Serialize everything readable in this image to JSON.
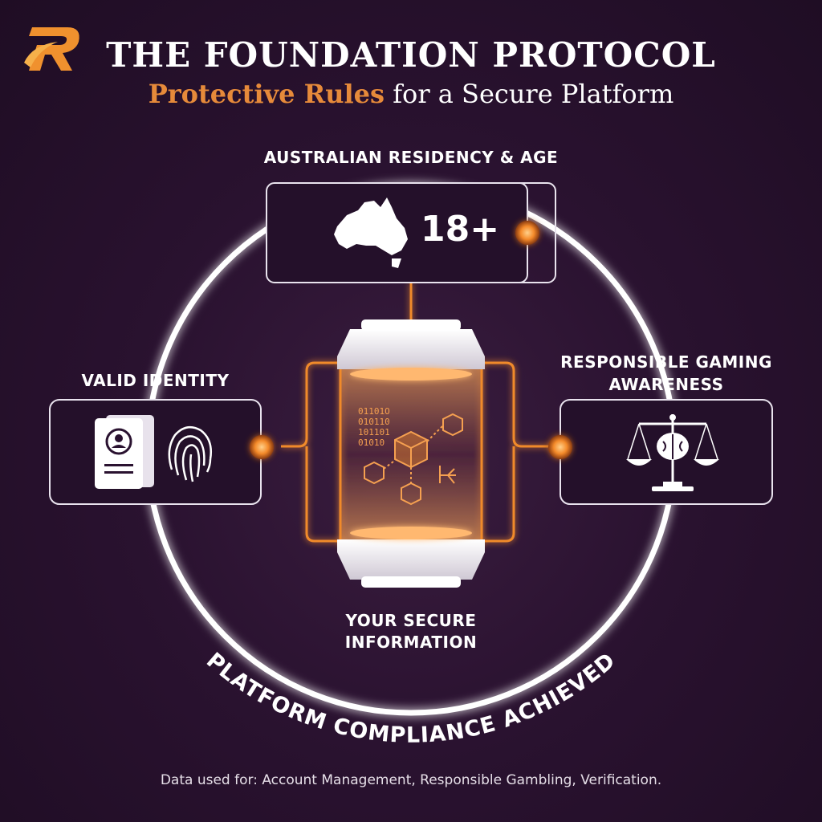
{
  "header": {
    "title": "THE FOUNDATION PROTOCOL",
    "subtitle_accent": "Protective Rules",
    "subtitle_rest": " for a Secure Platform",
    "logo_icon": "brand-r-logo-icon"
  },
  "nodes": {
    "residency": {
      "label": "AUSTRALIAN RESIDENCY & AGE",
      "age": "18+",
      "icon": "australia-map-icon"
    },
    "identity": {
      "label": "VALID IDENTITY",
      "icons": [
        "id-card-icon",
        "fingerprint-icon"
      ]
    },
    "gaming": {
      "label_line1": "RESPONSIBLE GAMING",
      "label_line2": "AWARENESS",
      "icon": "scales-brain-icon"
    },
    "core": {
      "label_line1": "YOUR SECURE",
      "label_line2": "INFORMATION",
      "binary": [
        "01101O",
        "010110",
        "101101",
        "01010"
      ]
    }
  },
  "ring_text": "PLATFORM COMPLIANCE ACHIEVED",
  "footer": "Data used for: Account Management, Responsible Gambling, Verification.",
  "colors": {
    "accent": "#f08a2c",
    "background": "#2a1230",
    "ring": "#ffffff"
  }
}
